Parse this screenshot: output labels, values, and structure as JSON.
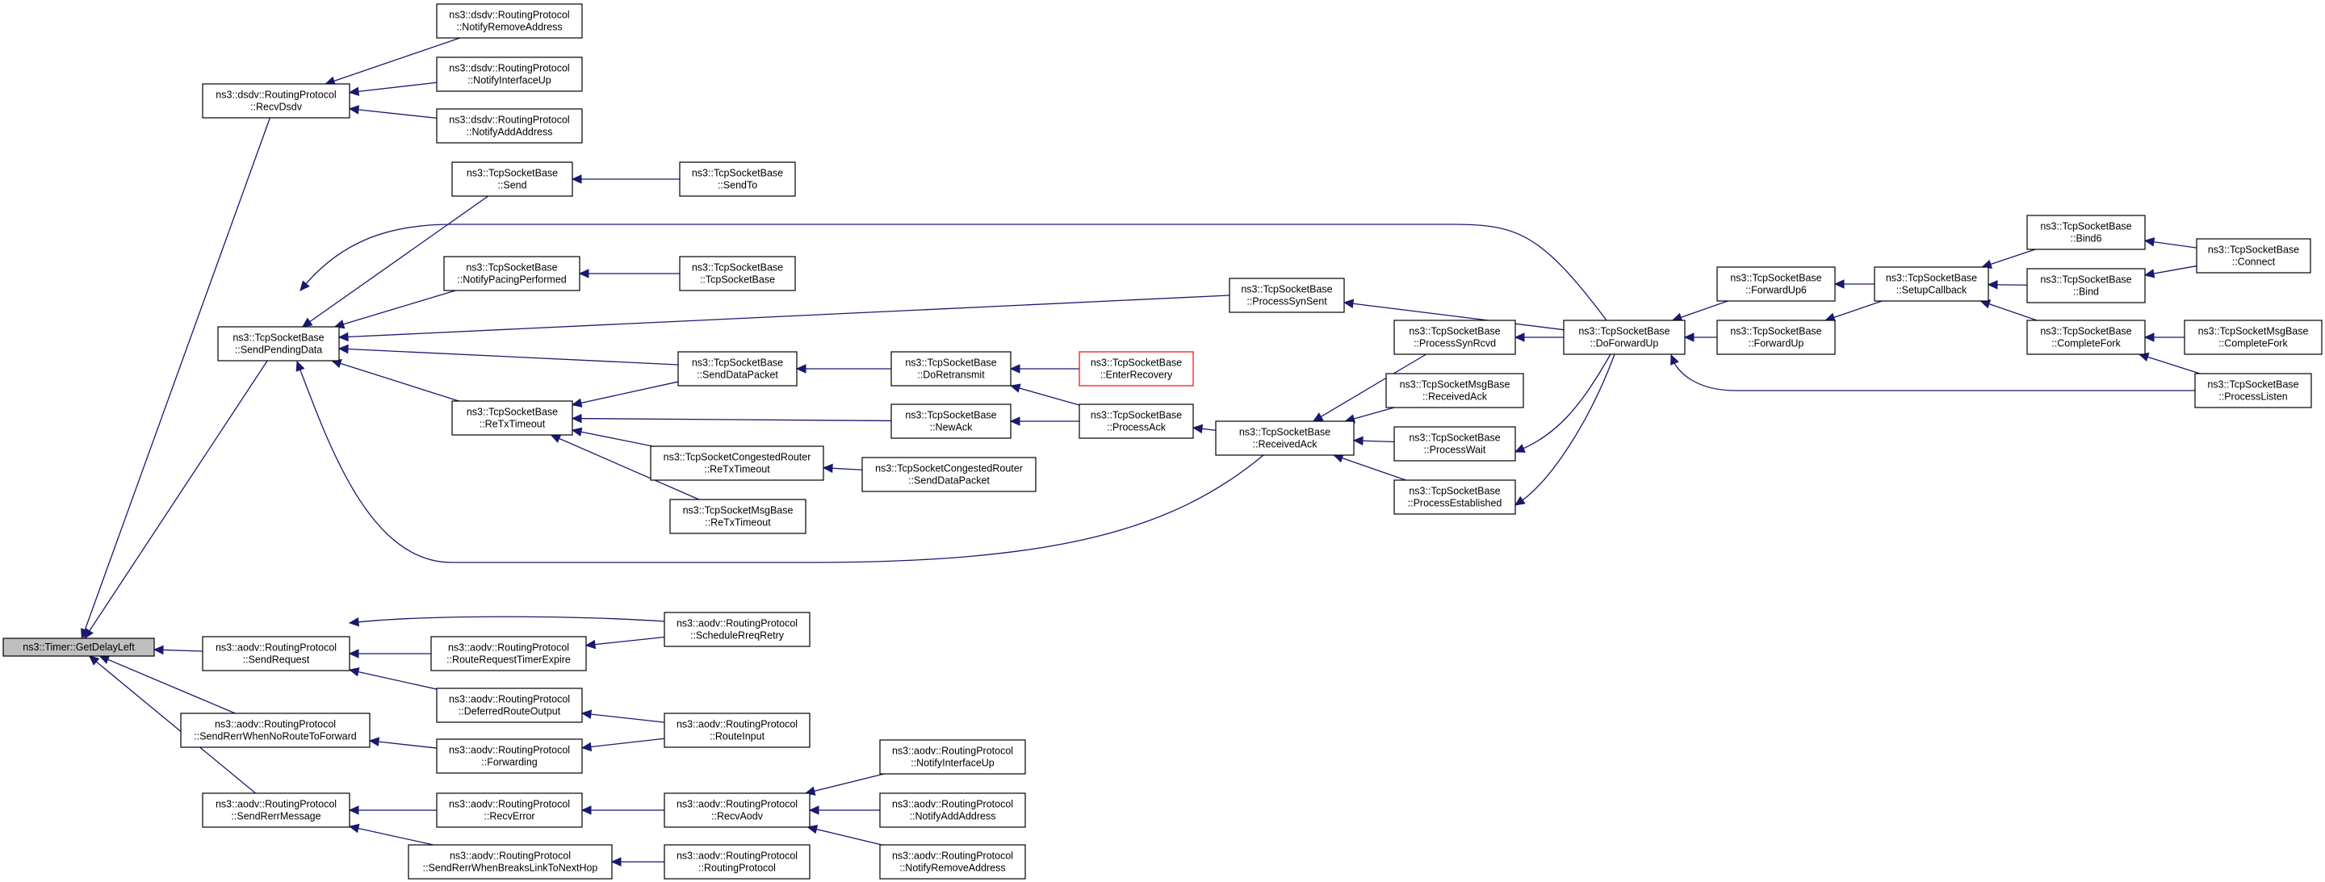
{
  "diagram": {
    "type": "call-graph",
    "colors": {
      "edge": "#191970",
      "root_fill": "#bfbfbf",
      "node_border": "#000000",
      "highlight_border": "#ff0000"
    },
    "nodes": [
      {
        "id": "root",
        "lines": [
          "ns3::Timer::GetDelayLeft"
        ]
      },
      {
        "id": "dsdv_recv",
        "lines": [
          "ns3::dsdv::RoutingProtocol",
          "::RecvDsdv"
        ]
      },
      {
        "id": "dsdv_notify_remove",
        "lines": [
          "ns3::dsdv::RoutingProtocol",
          "::NotifyRemoveAddress"
        ]
      },
      {
        "id": "dsdv_notify_up",
        "lines": [
          "ns3::dsdv::RoutingProtocol",
          "::NotifyInterfaceUp"
        ]
      },
      {
        "id": "dsdv_notify_add",
        "lines": [
          "ns3::dsdv::RoutingProtocol",
          "::NotifyAddAddress"
        ]
      },
      {
        "id": "tcp_send",
        "lines": [
          "ns3::TcpSocketBase",
          "::Send"
        ]
      },
      {
        "id": "tcp_sendto",
        "lines": [
          "ns3::TcpSocketBase",
          "::SendTo"
        ]
      },
      {
        "id": "tcp_pacing",
        "lines": [
          "ns3::TcpSocketBase",
          "::NotifyPacingPerformed"
        ]
      },
      {
        "id": "tcp_ctor",
        "lines": [
          "ns3::TcpSocketBase",
          "::TcpSocketBase"
        ]
      },
      {
        "id": "tcp_sendpending",
        "lines": [
          "ns3::TcpSocketBase",
          "::SendPendingData"
        ]
      },
      {
        "id": "tcp_synsent",
        "lines": [
          "ns3::TcpSocketBase",
          "::ProcessSynSent"
        ]
      },
      {
        "id": "tcp_senddatapacket",
        "lines": [
          "ns3::TcpSocketBase",
          "::SendDataPacket"
        ]
      },
      {
        "id": "tcp_doretransmit",
        "lines": [
          "ns3::TcpSocketBase",
          "::DoRetransmit"
        ]
      },
      {
        "id": "tcp_enterrecovery",
        "lines": [
          "ns3::TcpSocketBase",
          "::EnterRecovery"
        ],
        "highlight": true
      },
      {
        "id": "tcp_newack",
        "lines": [
          "ns3::TcpSocketBase",
          "::NewAck"
        ]
      },
      {
        "id": "tcp_processack",
        "lines": [
          "ns3::TcpSocketBase",
          "::ProcessAck"
        ]
      },
      {
        "id": "tcp_retx",
        "lines": [
          "ns3::TcpSocketBase",
          "::ReTxTimeout"
        ]
      },
      {
        "id": "cong_retx",
        "lines": [
          "ns3::TcpSocketCongestedRouter",
          "::ReTxTimeout"
        ]
      },
      {
        "id": "cong_senddatapacket",
        "lines": [
          "ns3::TcpSocketCongestedRouter",
          "::SendDataPacket"
        ]
      },
      {
        "id": "msg_retx",
        "lines": [
          "ns3::TcpSocketMsgBase",
          "::ReTxTimeout"
        ]
      },
      {
        "id": "tcp_receivedack",
        "lines": [
          "ns3::TcpSocketBase",
          "::ReceivedAck"
        ]
      },
      {
        "id": "tcp_synrcvd",
        "lines": [
          "ns3::TcpSocketBase",
          "::ProcessSynRcvd"
        ]
      },
      {
        "id": "msg_receivedack",
        "lines": [
          "ns3::TcpSocketMsgBase",
          "::ReceivedAck"
        ]
      },
      {
        "id": "tcp_wait",
        "lines": [
          "ns3::TcpSocketBase",
          "::ProcessWait"
        ]
      },
      {
        "id": "tcp_established",
        "lines": [
          "ns3::TcpSocketBase",
          "::ProcessEstablished"
        ]
      },
      {
        "id": "tcp_doforwardup",
        "lines": [
          "ns3::TcpSocketBase",
          "::DoForwardUp"
        ]
      },
      {
        "id": "tcp_forwardup6",
        "lines": [
          "ns3::TcpSocketBase",
          "::ForwardUp6"
        ]
      },
      {
        "id": "tcp_forwardup",
        "lines": [
          "ns3::TcpSocketBase",
          "::ForwardUp"
        ]
      },
      {
        "id": "tcp_setupcallback",
        "lines": [
          "ns3::TcpSocketBase",
          "::SetupCallback"
        ]
      },
      {
        "id": "tcp_bind6",
        "lines": [
          "ns3::TcpSocketBase",
          "::Bind6"
        ]
      },
      {
        "id": "tcp_bind",
        "lines": [
          "ns3::TcpSocketBase",
          "::Bind"
        ]
      },
      {
        "id": "tcp_connect",
        "lines": [
          "ns3::TcpSocketBase",
          "::Connect"
        ]
      },
      {
        "id": "tcp_completefork",
        "lines": [
          "ns3::TcpSocketBase",
          "::CompleteFork"
        ]
      },
      {
        "id": "msg_completefork",
        "lines": [
          "ns3::TcpSocketMsgBase",
          "::CompleteFork"
        ]
      },
      {
        "id": "tcp_processlisten",
        "lines": [
          "ns3::TcpSocketBase",
          "::ProcessListen"
        ]
      },
      {
        "id": "aodv_sendrequest",
        "lines": [
          "ns3::aodv::RoutingProtocol",
          "::SendRequest"
        ]
      },
      {
        "id": "aodv_routereqexpire",
        "lines": [
          "ns3::aodv::RoutingProtocol",
          "::RouteRequestTimerExpire"
        ]
      },
      {
        "id": "aodv_schedulereqretry",
        "lines": [
          "ns3::aodv::RoutingProtocol",
          "::ScheduleRreqRetry"
        ]
      },
      {
        "id": "aodv_deferredroute",
        "lines": [
          "ns3::aodv::RoutingProtocol",
          "::DeferredRouteOutput"
        ]
      },
      {
        "id": "aodv_routeinput",
        "lines": [
          "ns3::aodv::RoutingProtocol",
          "::RouteInput"
        ]
      },
      {
        "id": "aodv_senderrnoroute",
        "lines": [
          "ns3::aodv::RoutingProtocol",
          "::SendRerrWhenNoRouteToForward"
        ]
      },
      {
        "id": "aodv_forwarding",
        "lines": [
          "ns3::aodv::RoutingProtocol",
          "::Forwarding"
        ]
      },
      {
        "id": "aodv_senderrmsg",
        "lines": [
          "ns3::aodv::RoutingProtocol",
          "::SendRerrMessage"
        ]
      },
      {
        "id": "aodv_recverror",
        "lines": [
          "ns3::aodv::RoutingProtocol",
          "::RecvError"
        ]
      },
      {
        "id": "aodv_recvaodv",
        "lines": [
          "ns3::aodv::RoutingProtocol",
          "::RecvAodv"
        ]
      },
      {
        "id": "aodv_notify_up",
        "lines": [
          "ns3::aodv::RoutingProtocol",
          "::NotifyInterfaceUp"
        ]
      },
      {
        "id": "aodv_notify_add",
        "lines": [
          "ns3::aodv::RoutingProtocol",
          "::NotifyAddAddress"
        ]
      },
      {
        "id": "aodv_notify_remove",
        "lines": [
          "ns3::aodv::RoutingProtocol",
          "::NotifyRemoveAddress"
        ]
      },
      {
        "id": "aodv_breakslink",
        "lines": [
          "ns3::aodv::RoutingProtocol",
          "::SendRerrWhenBreaksLinkToNextHop"
        ]
      },
      {
        "id": "aodv_ctor",
        "lines": [
          "ns3::aodv::RoutingProtocol",
          "::RoutingProtocol"
        ]
      }
    ],
    "edges": [
      {
        "from": "dsdv_recv",
        "to": "root"
      },
      {
        "from": "tcp_sendpending",
        "to": "root"
      },
      {
        "from": "aodv_sendrequest",
        "to": "root"
      },
      {
        "from": "aodv_senderrnoroute",
        "to": "root"
      },
      {
        "from": "aodv_senderrmsg",
        "to": "root"
      },
      {
        "from": "dsdv_notify_remove",
        "to": "dsdv_recv"
      },
      {
        "from": "dsdv_notify_up",
        "to": "dsdv_recv"
      },
      {
        "from": "dsdv_notify_add",
        "to": "dsdv_recv"
      },
      {
        "from": "tcp_send",
        "to": "tcp_sendpending"
      },
      {
        "from": "tcp_doforwardup",
        "to": "tcp_sendpending"
      },
      {
        "from": "tcp_pacing",
        "to": "tcp_sendpending"
      },
      {
        "from": "tcp_synsent",
        "to": "tcp_sendpending"
      },
      {
        "from": "tcp_senddatapacket",
        "to": "tcp_sendpending"
      },
      {
        "from": "tcp_retx",
        "to": "tcp_sendpending"
      },
      {
        "from": "tcp_receivedack",
        "to": "tcp_sendpending"
      },
      {
        "from": "tcp_sendto",
        "to": "tcp_send"
      },
      {
        "from": "tcp_ctor",
        "to": "tcp_pacing"
      },
      {
        "from": "tcp_doforwardup",
        "to": "tcp_synsent"
      },
      {
        "from": "tcp_doretransmit",
        "to": "tcp_senddatapacket"
      },
      {
        "from": "tcp_senddatapacket",
        "to": "tcp_retx"
      },
      {
        "from": "tcp_newack",
        "to": "tcp_retx"
      },
      {
        "from": "cong_retx",
        "to": "tcp_retx"
      },
      {
        "from": "msg_retx",
        "to": "tcp_retx"
      },
      {
        "from": "tcp_enterrecovery",
        "to": "tcp_doretransmit"
      },
      {
        "from": "tcp_processack",
        "to": "tcp_doretransmit"
      },
      {
        "from": "tcp_processack",
        "to": "tcp_newack"
      },
      {
        "from": "cong_senddatapacket",
        "to": "cong_retx"
      },
      {
        "from": "tcp_receivedack",
        "to": "tcp_processack"
      },
      {
        "from": "tcp_synrcvd",
        "to": "tcp_receivedack"
      },
      {
        "from": "msg_receivedack",
        "to": "tcp_receivedack"
      },
      {
        "from": "tcp_wait",
        "to": "tcp_receivedack"
      },
      {
        "from": "tcp_established",
        "to": "tcp_receivedack"
      },
      {
        "from": "tcp_doforwardup",
        "to": "tcp_synrcvd"
      },
      {
        "from": "tcp_doforwardup",
        "to": "tcp_wait"
      },
      {
        "from": "tcp_doforwardup",
        "to": "tcp_established"
      },
      {
        "from": "tcp_forwardup6",
        "to": "tcp_doforwardup"
      },
      {
        "from": "tcp_forwardup",
        "to": "tcp_doforwardup"
      },
      {
        "from": "tcp_processlisten",
        "to": "tcp_doforwardup"
      },
      {
        "from": "tcp_setupcallback",
        "to": "tcp_forwardup6"
      },
      {
        "from": "tcp_setupcallback",
        "to": "tcp_forwardup"
      },
      {
        "from": "tcp_bind6",
        "to": "tcp_setupcallback"
      },
      {
        "from": "tcp_bind",
        "to": "tcp_setupcallback"
      },
      {
        "from": "tcp_completefork",
        "to": "tcp_setupcallback"
      },
      {
        "from": "tcp_connect",
        "to": "tcp_bind6"
      },
      {
        "from": "tcp_connect",
        "to": "tcp_bind"
      },
      {
        "from": "msg_completefork",
        "to": "tcp_completefork"
      },
      {
        "from": "tcp_processlisten",
        "to": "tcp_completefork"
      },
      {
        "from": "aodv_schedulereqretry",
        "to": "aodv_sendrequest"
      },
      {
        "from": "aodv_routereqexpire",
        "to": "aodv_sendrequest"
      },
      {
        "from": "aodv_deferredroute",
        "to": "aodv_sendrequest"
      },
      {
        "from": "aodv_schedulereqretry",
        "to": "aodv_routereqexpire"
      },
      {
        "from": "aodv_routeinput",
        "to": "aodv_deferredroute"
      },
      {
        "from": "aodv_forwarding",
        "to": "aodv_senderrnoroute"
      },
      {
        "from": "aodv_routeinput",
        "to": "aodv_forwarding"
      },
      {
        "from": "aodv_recverror",
        "to": "aodv_senderrmsg"
      },
      {
        "from": "aodv_breakslink",
        "to": "aodv_senderrmsg"
      },
      {
        "from": "aodv_recvaodv",
        "to": "aodv_recverror"
      },
      {
        "from": "aodv_notify_up",
        "to": "aodv_recvaodv"
      },
      {
        "from": "aodv_notify_add",
        "to": "aodv_recvaodv"
      },
      {
        "from": "aodv_notify_remove",
        "to": "aodv_recvaodv"
      },
      {
        "from": "aodv_ctor",
        "to": "aodv_breakslink"
      }
    ]
  }
}
